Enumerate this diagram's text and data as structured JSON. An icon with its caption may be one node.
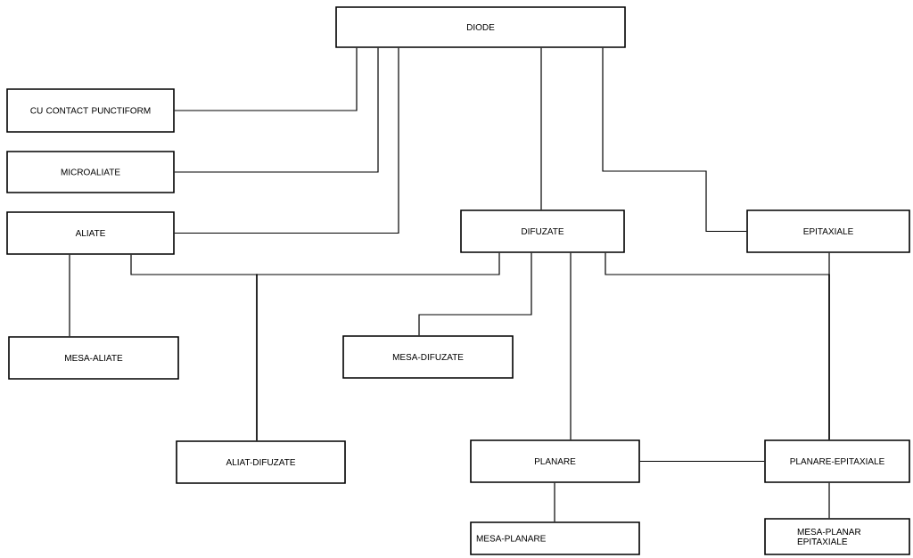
{
  "diagram": {
    "nodes": [
      {
        "text": [
          "DIODE"
        ]
      },
      {
        "text": [
          "CU CONTACT PUNCTIFORM"
        ]
      },
      {
        "text": [
          "MICROALIATE"
        ]
      },
      {
        "text": [
          "ALIATE"
        ]
      },
      {
        "text": [
          "DIFUZATE"
        ]
      },
      {
        "text": [
          "EPITAXIALE"
        ]
      },
      {
        "text": [
          "MESA-ALIATE"
        ]
      },
      {
        "text": [
          "MESA-DIFUZATE"
        ]
      },
      {
        "text": [
          "ALIAT-DIFUZATE"
        ]
      },
      {
        "text": [
          "PLANARE"
        ]
      },
      {
        "text": [
          "PLANARE-EPITAXIALE"
        ]
      },
      {
        "text": [
          "MESA-PLANARE"
        ]
      },
      {
        "text": [
          "MESA-PLANAR EPITAXIALE"
        ]
      }
    ],
    "edges": [
      {
        "from": 0,
        "to": 1,
        "arrow": "none"
      },
      {
        "from": 0,
        "to": 2,
        "arrow": "none"
      },
      {
        "from": 0,
        "to": 3,
        "arrow": "none"
      },
      {
        "from": 0,
        "to": 4,
        "arrow": "none"
      },
      {
        "from": 0,
        "to": 5,
        "arrow": "none"
      },
      {
        "from": 3,
        "to": 6,
        "arrow": "none"
      },
      {
        "from": 3,
        "to": 8,
        "arrow": "none"
      },
      {
        "from": 4,
        "to": 8,
        "arrow": "none"
      },
      {
        "from": 4,
        "to": 7,
        "arrow": "none"
      },
      {
        "from": 4,
        "to": 9,
        "arrow": "none"
      },
      {
        "from": 4,
        "to": 10,
        "arrow": "none"
      },
      {
        "from": 5,
        "to": 10,
        "arrow": "none"
      },
      {
        "from": 9,
        "to": 10,
        "arrow": "none"
      },
      {
        "from": 9,
        "to": 11,
        "arrow": "none"
      },
      {
        "from": 10,
        "to": 12,
        "arrow": "none"
      }
    ]
  }
}
